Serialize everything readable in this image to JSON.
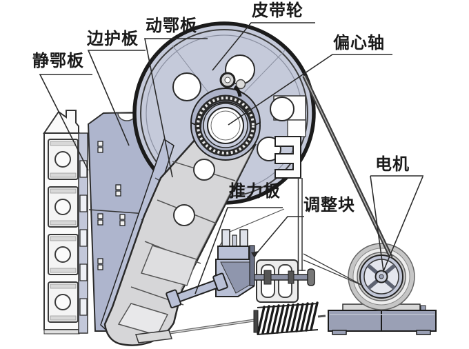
{
  "diagram": {
    "labels": [
      {
        "text": "静鄂板",
        "target": "fixed-jaw-plate"
      },
      {
        "text": "边护板",
        "target": "side-guard-plate"
      },
      {
        "text": "动鄂板",
        "target": "movable-jaw-plate"
      },
      {
        "text": "皮带轮",
        "target": "belt-pulley"
      },
      {
        "text": "偏心轴",
        "target": "eccentric-shaft"
      },
      {
        "text": "电机",
        "target": "motor"
      },
      {
        "text": "推力板",
        "target": "thrust-plate"
      },
      {
        "text": "调整块",
        "target": "adjustment-block"
      }
    ],
    "colors": {
      "face_blue": "#c5cada",
      "body_blue": "#aeb5cd",
      "part_blue": "#b9c0d6",
      "gray_part": "#d6d6d8",
      "base_gray": "#9aa0b5",
      "outline": "#2a2a2a",
      "rim_dark": "#1b1b1b",
      "white": "#fdfdfd"
    }
  }
}
